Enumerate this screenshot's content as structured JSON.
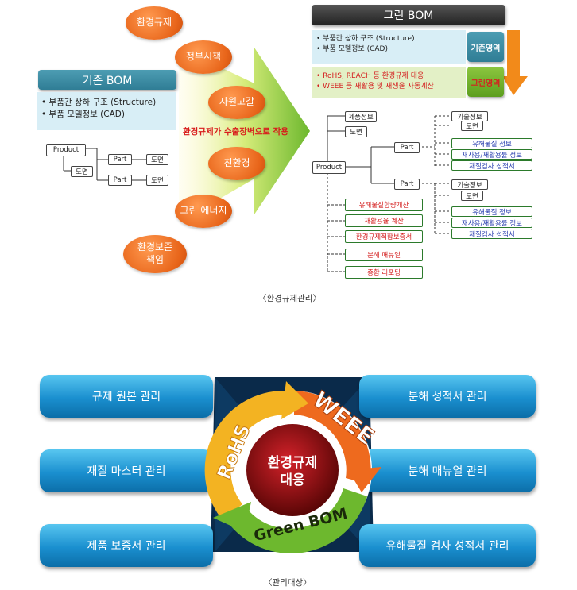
{
  "top": {
    "ovals": [
      "환경규제",
      "정부시책",
      "자원고갈",
      "친환경",
      "그린 에너지",
      "환경보존\n책임"
    ],
    "arrow_label": "환경규제가 수출장벽으로 작용",
    "old_bom": {
      "title": "기존 BOM",
      "lines": [
        "• 부품간 상하 구조 (Structure)",
        "• 부품 모델정보 (CAD)"
      ],
      "tree": {
        "product": "Product",
        "part1": "Part",
        "part2": "Part",
        "drawing_a": "도면",
        "drawing_b": "도면",
        "drawing_c": "도면"
      }
    },
    "green_bom": {
      "title": "그린 BOM",
      "existing_lines": [
        "• 부품간 상하 구조 (Structure)",
        "• 부품 모델정보 (CAD)"
      ],
      "existing_label": "기존영역",
      "green_lines": [
        "• RoHS, REACH 등 환경규제 대응",
        "• WEEE 등 재활용 및 재생율 자동계산"
      ],
      "green_label": "그린영역",
      "tree": {
        "product": "Product",
        "top_nodes": [
          "제품정보",
          "도면"
        ],
        "part1": "Part",
        "part1_children": [
          "기술정보",
          "도면",
          "유해물질 정보",
          "재사용/재활용률 정보",
          "재질검사 성적서"
        ],
        "part2": "Part",
        "part2_children": [
          "기술정보",
          "도면",
          "유해물질 정보",
          "재사용/재활용률 정보",
          "재질검사 성적서"
        ],
        "bottom_nodes": [
          "유해물질함량개산",
          "재활용율 계산",
          "환경규제적합보증서",
          "분해 매뉴얼",
          "종합 리포팅"
        ]
      }
    },
    "caption": "〈환경규제관리〉"
  },
  "bottom": {
    "left_pills": [
      "규제 원본 관리",
      "재질 마스터 관리",
      "제품 보증서 관리"
    ],
    "right_pills": [
      "분해 성적서 관리",
      "분해 매뉴얼 관리",
      "유해물질 검사 성적서 관리"
    ],
    "center": {
      "line1": "환경규제",
      "line2": "대응"
    },
    "arrows": {
      "rohs": "RoHS",
      "weee": "WEEE",
      "green": "Green BOM"
    },
    "caption": "〈관리대상〉"
  },
  "colors": {
    "orange": "#e8651a",
    "blue": "#1a8fcf",
    "teal_header": "#2f7d95",
    "green_arrow": "#6db82e",
    "dark_red": "#7a0a0a"
  }
}
